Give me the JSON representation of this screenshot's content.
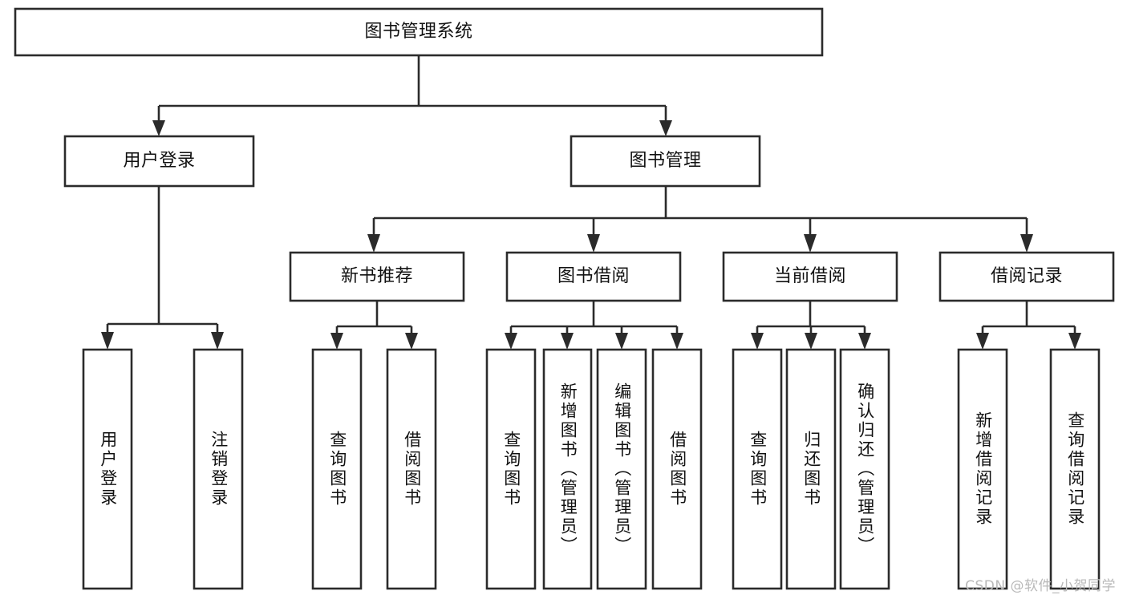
{
  "diagram": {
    "title": "图书管理系统",
    "watermark": "CSDN @软件_小贺同学",
    "colors": {
      "stroke": "#2b2b2b",
      "fill": "#ffffff",
      "text": "#111111",
      "watermark": "#b9b9b9"
    },
    "nodes": {
      "root": {
        "label": "图书管理系统"
      },
      "level2": [
        {
          "id": "user-login",
          "label": "用户登录"
        },
        {
          "id": "book-manage",
          "label": "图书管理"
        }
      ],
      "level3": [
        {
          "id": "new-book-recommend",
          "label": "新书推荐"
        },
        {
          "id": "book-borrow",
          "label": "图书借阅"
        },
        {
          "id": "current-borrow",
          "label": "当前借阅"
        },
        {
          "id": "borrow-record",
          "label": "借阅记录"
        }
      ],
      "leaves": [
        {
          "id": "leaf-user-login",
          "label": "用户登录",
          "parent": "user-login"
        },
        {
          "id": "leaf-logout-login",
          "label": "注销登录",
          "parent": "user-login"
        },
        {
          "id": "leaf-query-book-1",
          "label": "查询图书",
          "parent": "new-book-recommend"
        },
        {
          "id": "leaf-borrow-book-1",
          "label": "借阅图书",
          "parent": "new-book-recommend"
        },
        {
          "id": "leaf-query-book-2",
          "label": "查询图书",
          "parent": "book-borrow"
        },
        {
          "id": "leaf-add-book",
          "label": "新增图书（管理员）",
          "parent": "book-borrow"
        },
        {
          "id": "leaf-edit-book",
          "label": "编辑图书（管理员）",
          "parent": "book-borrow"
        },
        {
          "id": "leaf-borrow-book-2",
          "label": "借阅图书",
          "parent": "book-borrow"
        },
        {
          "id": "leaf-query-book-3",
          "label": "查询图书",
          "parent": "current-borrow"
        },
        {
          "id": "leaf-return-book",
          "label": "归还图书",
          "parent": "current-borrow"
        },
        {
          "id": "leaf-confirm-return",
          "label": "确认归还（管理员）",
          "parent": "current-borrow"
        },
        {
          "id": "leaf-add-record",
          "label": "新增借阅记录",
          "parent": "borrow-record"
        },
        {
          "id": "leaf-query-record",
          "label": "查询借阅记录",
          "parent": "borrow-record"
        }
      ]
    }
  },
  "chart_data": {
    "type": "diagram",
    "title": "图书管理系统",
    "subtype": "tree / hierarchy chart",
    "root": "图书管理系统",
    "tree": [
      {
        "name": "用户登录",
        "children": [
          "用户登录",
          "注销登录"
        ]
      },
      {
        "name": "图书管理",
        "children": [
          {
            "name": "新书推荐",
            "children": [
              "查询图书",
              "借阅图书"
            ]
          },
          {
            "name": "图书借阅",
            "children": [
              "查询图书",
              "新增图书（管理员）",
              "编辑图书（管理员）",
              "借阅图书"
            ]
          },
          {
            "name": "当前借阅",
            "children": [
              "查询图书",
              "归还图书",
              "确认归还（管理员）"
            ]
          },
          {
            "name": "借阅记录",
            "children": [
              "新增借阅记录",
              "查询借阅记录"
            ]
          }
        ]
      }
    ],
    "levels": 4,
    "node_count": 20,
    "orientation": "top-down",
    "legend": null,
    "grid": false
  }
}
